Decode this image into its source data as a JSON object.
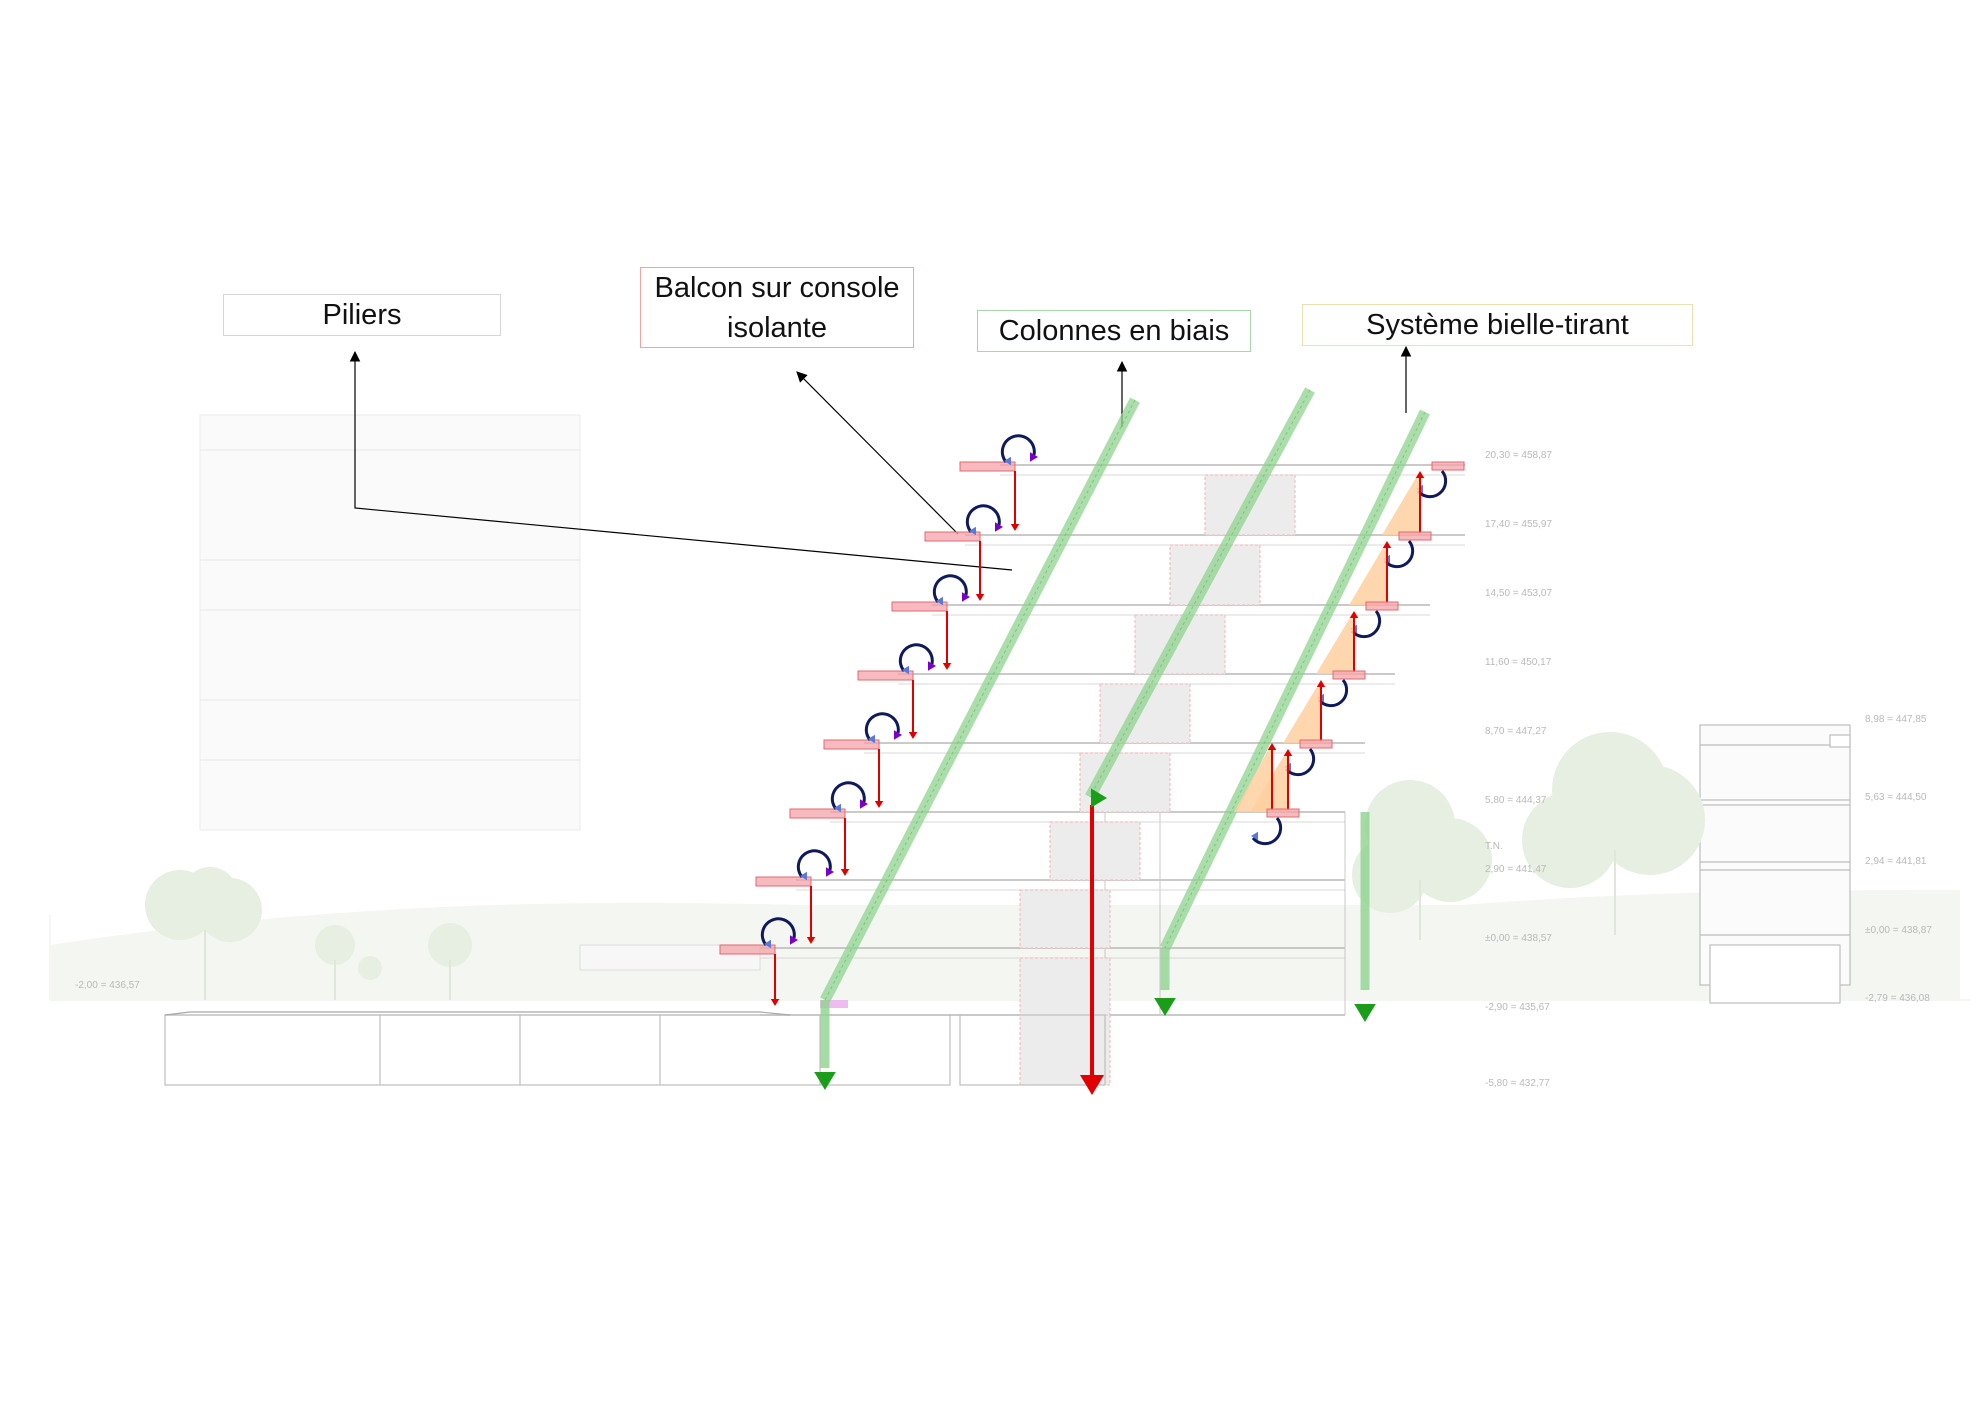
{
  "labels": {
    "piliers": "Piliers",
    "balcon": "Balcon sur console\nisolante",
    "colonnes": "Colonnes en biais",
    "systeme": "Système bielle-tirant"
  },
  "levels": {
    "main": [
      "20,30 = 458,87",
      "17,40 = 455,97",
      "14,50 = 453,07",
      "11,60 = 450,17",
      "8,70 = 447,27",
      "5,80 = 444,37",
      "2,90 = 441,47",
      "±0,00 = 438,57",
      "-2,90 = 435,67",
      "-5,80 = 432,77"
    ],
    "tn": "T.N.",
    "left": "-2,00 = 436,57",
    "right": [
      "8,98 = 447,85",
      "5,63 = 444,50",
      "2,94 = 441,81",
      "±0,00 = 438,87",
      "-2,79 = 436,08"
    ]
  },
  "colors": {
    "balcony": "#f4a3a8",
    "pillar_arrow": "#e00000",
    "column": "#8fd38f",
    "column_arrow": "#1a9e1a",
    "moment": "#0f1a5c",
    "moment_head": "#7a00c8",
    "tie_fill": "#ffd0a0"
  }
}
